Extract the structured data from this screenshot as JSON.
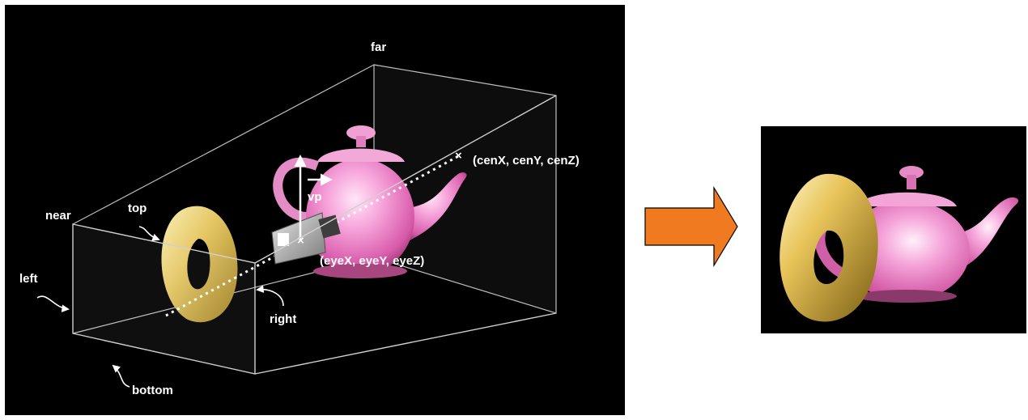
{
  "labels": {
    "far": "far",
    "near": "near",
    "left": "left",
    "top": "top",
    "right": "right",
    "bottom": "bottom",
    "up_vector": "vp",
    "center_point": "(cenX, cenY, cenZ)",
    "eye_point": "(eyeX, eyeY, eyeZ)"
  },
  "colors": {
    "left_panel_background": "#000000",
    "right_background": "#ffffff",
    "arrow_fill": "#f07a20",
    "frustum_edge": "#c8c8c8",
    "torus": "#d9b84a",
    "teapot": "#ee7fc8"
  },
  "icons": {
    "camera": "camera-icon",
    "arrow": "right-arrow"
  }
}
